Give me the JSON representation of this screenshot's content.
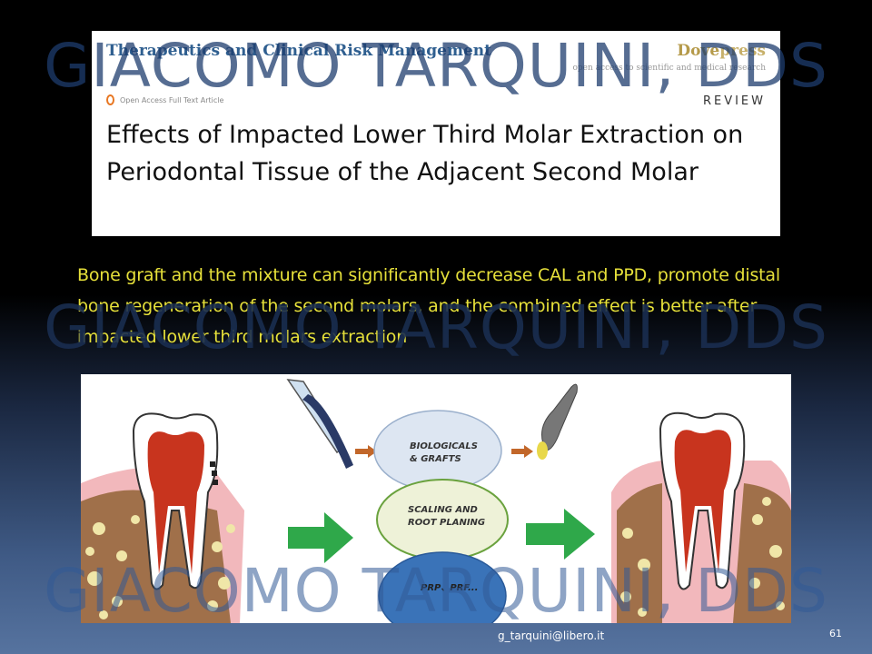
{
  "watermark": {
    "text": "GIACOMO TARQUINI, DDS"
  },
  "header": {
    "journal": "Therapeutics and Clinical Risk Management",
    "publisher_main": "Dove",
    "publisher_accent": "press",
    "tagline": "open access to scientific and medical research",
    "oa_label": "Open Access Full Text Article",
    "article_type": "REVIEW",
    "title": "Effects of Impacted Lower Third Molar Extraction on Periodontal Tissue of the Adjacent Second Molar"
  },
  "caption": "Bone graft and the mixture can significantly decrease CAL and PPD, promote distal bone regeneration of the second molars, and the combined effect is better after impacted lower third molars extraction",
  "figure": {
    "label_top": [
      "BIOLOGICALS",
      "& GRAFTS"
    ],
    "label_mid": [
      "SCALING AND",
      "ROOT PLANING"
    ],
    "label_bot": "PRP、PRF...",
    "colors": {
      "arrow": "#2fa84a",
      "small_arrow": "#c2672a",
      "bone": "#a0704a",
      "gum": "#f0a0a8",
      "pulp": "#c8341e"
    }
  },
  "footer": {
    "email": "g_tarquini@libero.it",
    "page": "61"
  }
}
